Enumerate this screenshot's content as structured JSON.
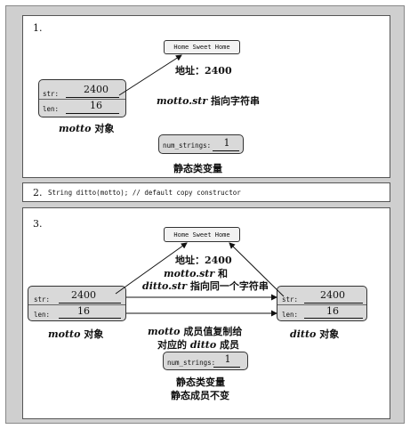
{
  "panel1": {
    "number": "1.",
    "string_content": "Home Sweet Home",
    "address_label": "地址：2400",
    "object": {
      "str_label": "str:",
      "str_value": "2400",
      "len_label": "len:",
      "len_value": "16",
      "caption_var": "motto",
      "caption_suffix": " 对象"
    },
    "pointer_caption_var": "motto.str",
    "pointer_caption_text": " 指向字符串",
    "static_box": {
      "label": "num_strings:",
      "value": "1"
    },
    "static_caption": "静态类变量"
  },
  "panel2": {
    "number": "2.",
    "code": "String ditto(motto); // default copy constructor"
  },
  "panel3": {
    "number": "3.",
    "string_content": "Home Sweet Home",
    "address_label": "地址：2400",
    "pointer_caption_line1_var": "motto.str",
    "pointer_caption_line1_text": " 和",
    "pointer_caption_line2_var": "ditto.str",
    "pointer_caption_line2_text": " 指向同一个字符串",
    "left_object": {
      "str_label": "str:",
      "str_value": "2400",
      "len_label": "len:",
      "len_value": "16",
      "caption_var": "motto",
      "caption_suffix": " 对象"
    },
    "right_object": {
      "str_label": "str:",
      "str_value": "2400",
      "len_label": "len:",
      "len_value": "16",
      "caption_var": "ditto",
      "caption_suffix": " 对象"
    },
    "copy_caption_line1_var": "motto",
    "copy_caption_line1_text": " 成员值复制给",
    "copy_caption_line2_prefix": "对应的 ",
    "copy_caption_line2_var": "ditto",
    "copy_caption_line2_suffix": " 成员",
    "static_box": {
      "label": "num_strings:",
      "value": "1"
    },
    "static_caption_line1": "静态类变量",
    "static_caption_line2": "静态成员不变"
  }
}
